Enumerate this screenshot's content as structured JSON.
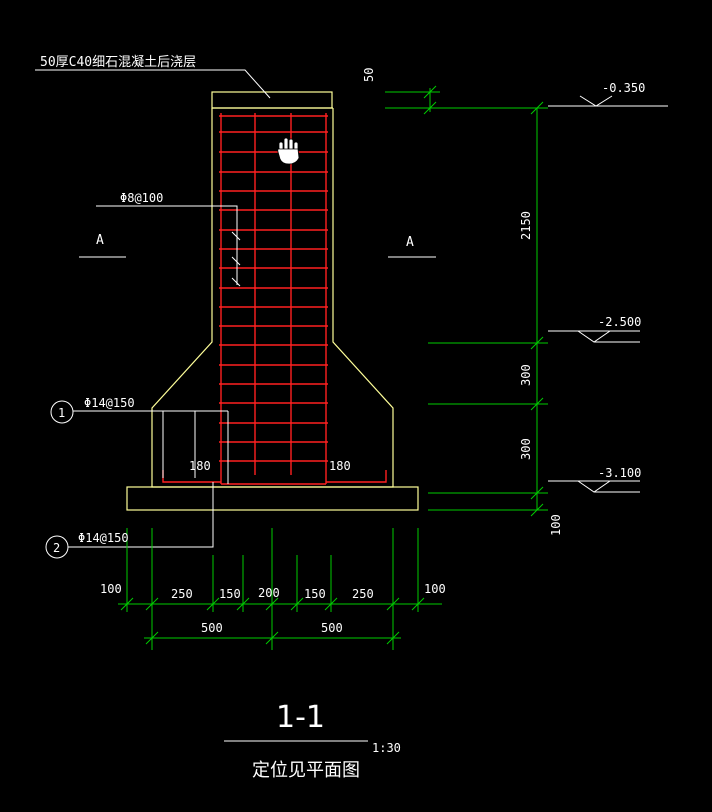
{
  "colors": {
    "background": "#000000",
    "concrete": "#ffff99",
    "rebar": "#ff2020",
    "dimension": "#00cc00",
    "text": "#ffffff"
  },
  "notes": {
    "top_layer": "50厚C40细石混凝土后浇层",
    "stirrup_rebar": "Φ8@100",
    "rebar_1": "Φ14@150",
    "rebar_2": "Φ14@150",
    "rebar_1_marker": "1",
    "rebar_2_marker": "2",
    "hook_left": "180",
    "hook_right": "180"
  },
  "section_marks": {
    "left": "A",
    "right": "A"
  },
  "elevations": [
    "-0.350",
    "-2.500",
    "-3.100"
  ],
  "vertical_dims": {
    "top_layer": "50",
    "stem": "2150",
    "haunch": "300",
    "base": "300",
    "cushion": "100"
  },
  "horizontal_dims": {
    "row1": [
      "100",
      "250",
      "150",
      "200",
      "150",
      "250",
      "100"
    ],
    "row2": [
      "500",
      "500"
    ]
  },
  "title": {
    "section": "1-1",
    "scale": "1:30",
    "subtitle": "定位见平面图"
  },
  "cursor_icon": "hand-cursor-icon"
}
